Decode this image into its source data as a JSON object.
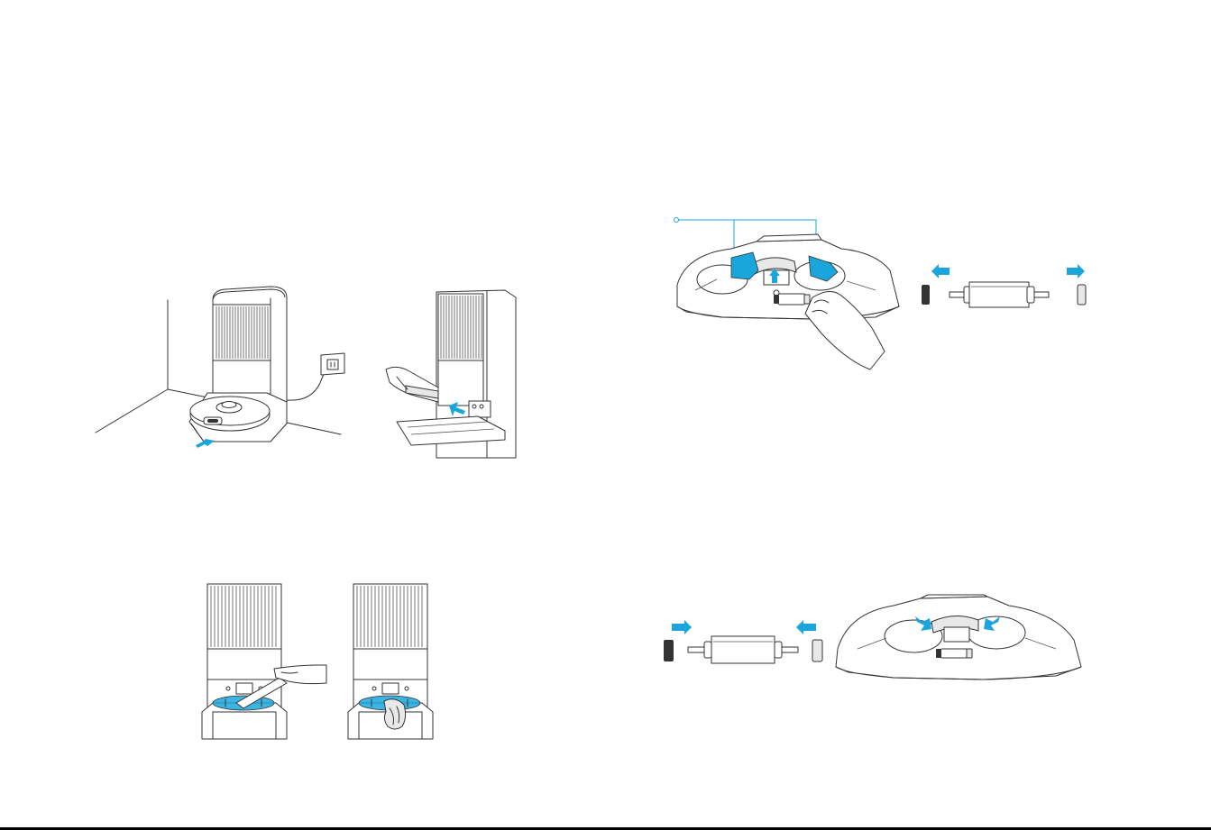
{
  "colors": {
    "accent": "#1aa6dc",
    "line": "#333333",
    "background": "#ffffff"
  },
  "pages": {
    "left": {
      "figures": [
        {
          "name": "station-robot-wall-outlet",
          "arrow": "forward"
        },
        {
          "name": "remove-station-ramp",
          "arrow": "in"
        },
        {
          "name": "clean-base-with-brush"
        },
        {
          "name": "wipe-base-with-cloth"
        }
      ]
    },
    "right": {
      "figures": [
        {
          "name": "remove-wheel-assembly-from-tray",
          "arrow": "up"
        },
        {
          "name": "remove-roller-end-caps",
          "arrows": [
            "left",
            "right"
          ]
        },
        {
          "name": "attach-roller-end-caps",
          "arrows": [
            "right",
            "left"
          ]
        },
        {
          "name": "install-wheel-assembly-into-tray",
          "arrows": [
            "down",
            "down"
          ]
        }
      ]
    }
  }
}
